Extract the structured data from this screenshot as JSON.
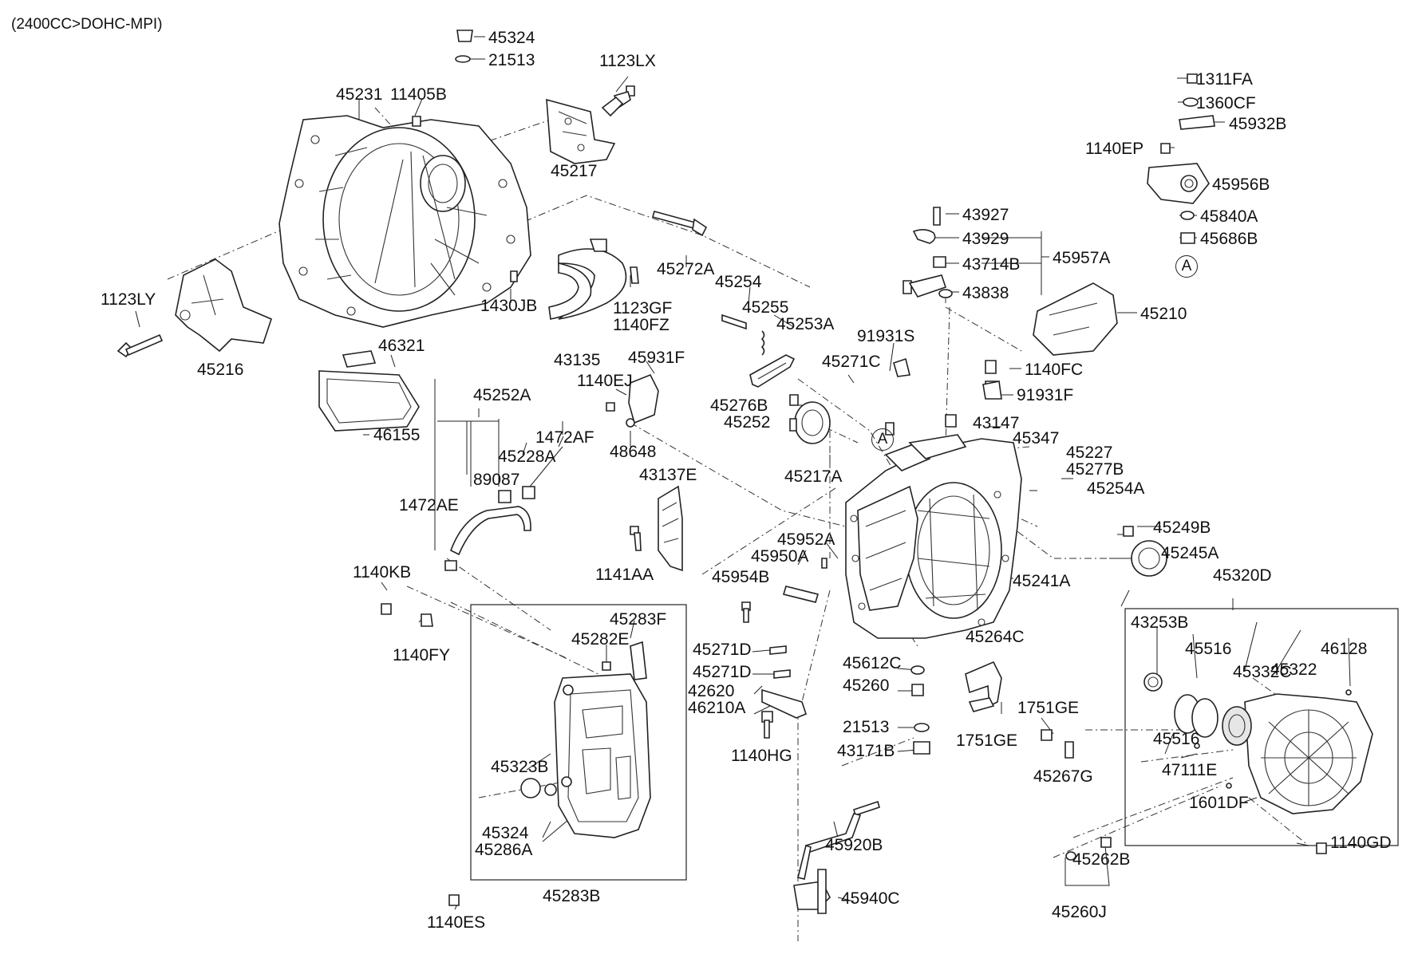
{
  "header": {
    "engine_spec": "(2400CC>DOHC-MPI)"
  },
  "callouts": {
    "a_upper": "A",
    "a_lower": "A"
  },
  "labels": {
    "p45324_top": "45324",
    "p21513_top": "21513",
    "p1123LX": "1123LX",
    "p45231": "45231",
    "p11405B": "11405B",
    "p45217": "45217",
    "p1311FA": "1311FA",
    "p1360CF": "1360CF",
    "p45932B": "45932B",
    "p1140EP": "1140EP",
    "p45956B": "45956B",
    "p45840A": "45840A",
    "p45686B": "45686B",
    "p43927": "43927",
    "p43929": "43929",
    "p43714B": "43714B",
    "p45957A": "45957A",
    "p43838": "43838",
    "p45210": "45210",
    "p1123LY": "1123LY",
    "p45216": "45216",
    "p45272A": "45272A",
    "p45254_top": "45254",
    "p45255": "45255",
    "p45253A": "45253A",
    "p1430JB": "1430JB",
    "p1123GF": "1123GF",
    "p1140FZ": "1140FZ",
    "p43135": "43135",
    "p46321": "46321",
    "p46155": "46155",
    "p91931S": "91931S",
    "p45271C": "45271C",
    "p1140FC": "1140FC",
    "p91931F": "91931F",
    "p45931F": "45931F",
    "p1140EJ": "1140EJ",
    "p45276B": "45276B",
    "p45252": "45252",
    "p43147": "43147",
    "p45347": "45347",
    "p45227": "45227",
    "p45277B": "45277B",
    "p45252A": "45252A",
    "p1472AF": "1472AF",
    "p45228A": "45228A",
    "p89087": "89087",
    "p48648": "48648",
    "p45217A": "45217A",
    "p43137E": "43137E",
    "p1472AE": "1472AE",
    "p45254A": "45254A",
    "p45249B": "45249B",
    "p45952A": "45952A",
    "p45950A": "45950A",
    "p45245A": "45245A",
    "p1141AA": "1141AA",
    "p45954B": "45954B",
    "p45241A": "45241A",
    "p1140KB": "1140KB",
    "p45320D": "45320D",
    "p45283F": "45283F",
    "p1140FY": "1140FY",
    "p45282E": "45282E",
    "p43253B": "43253B",
    "p45264C": "45264C",
    "p45271D_a": "45271D",
    "p45516_a": "45516",
    "p46128": "46128",
    "p45332C": "45332C",
    "p45322": "45322",
    "p45612C": "45612C",
    "p45271D_b": "45271D",
    "p45260": "45260",
    "p42620": "42620",
    "p46210A": "46210A",
    "p1751GE_a": "1751GE",
    "p21513_mid": "21513",
    "p45516_b": "45516",
    "p43171B": "43171B",
    "p1751GE_b": "1751GE",
    "p1140HG": "1140HG",
    "p45323B": "45323B",
    "p47111E": "47111E",
    "p45267G": "45267G",
    "p1601DF": "1601DF",
    "p45324_low": "45324",
    "p45286A": "45286A",
    "p45920B": "45920B",
    "p1140GD": "1140GD",
    "p45262B": "45262B",
    "p45283B": "45283B",
    "p45940C": "45940C",
    "p1140ES": "1140ES",
    "p45260J": "45260J"
  }
}
